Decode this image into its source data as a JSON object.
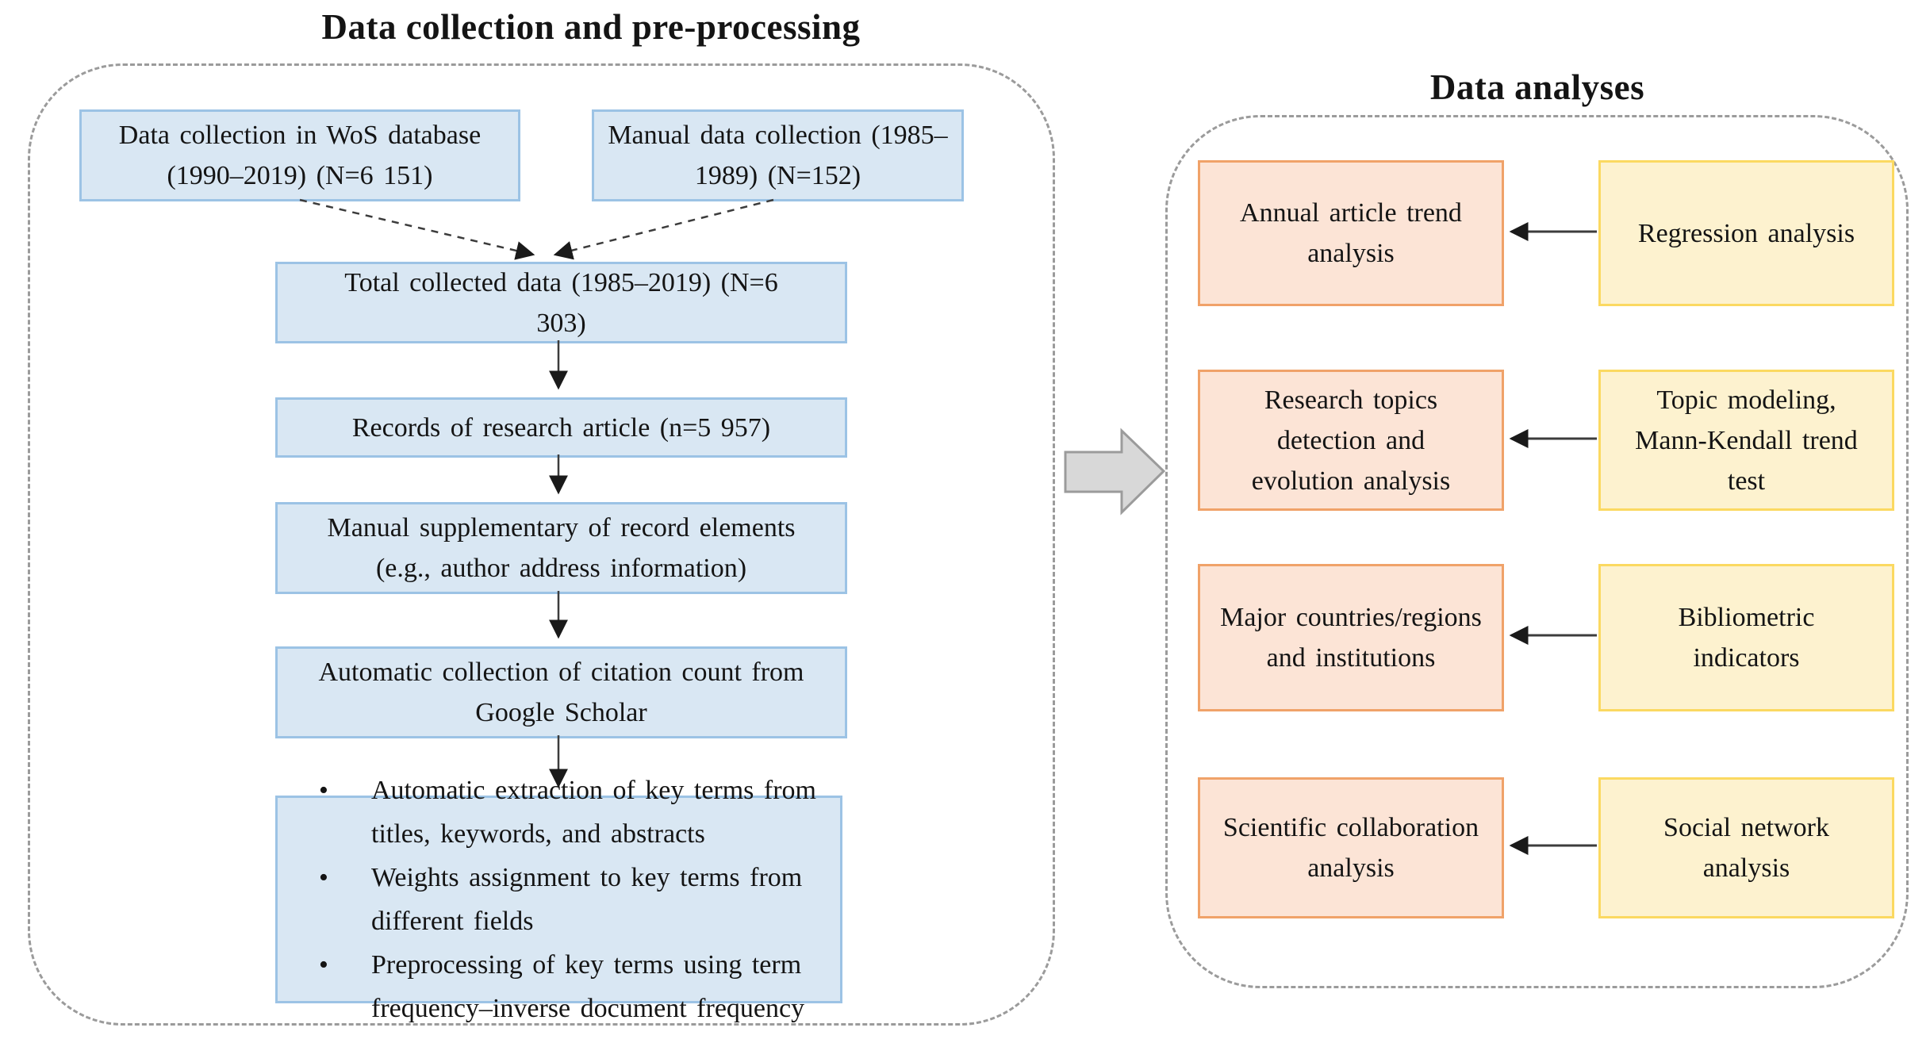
{
  "figure": {
    "left_panel": {
      "title": "Data collection and pre-processing",
      "box_wos": "Data collection in WoS database (1990–2019) (N=6 151)",
      "box_manual": "Manual data collection (1985–1989) (N=152)",
      "box_total": "Total collected data (1985–2019) (N=6 303)",
      "box_records": "Records of research article (n=5 957)",
      "box_supplement": "Manual supplementary of record elements (e.g., author address information)",
      "box_citation": "Automatic collection of citation count from Google Scholar",
      "bullet_glyph": "•",
      "bullets": [
        "Automatic extraction of key terms from titles, keywords, and abstracts",
        "Weights assignment to key terms from different fields",
        "Preprocessing of key terms using term frequency–inverse document frequency"
      ]
    },
    "right_panel": {
      "title": "Data analyses",
      "rows": [
        {
          "analysis": "Annual article trend analysis",
          "method": "Regression analysis"
        },
        {
          "analysis": "Research topics detection and evolution analysis",
          "method": "Topic modeling, Mann-Kendall trend test"
        },
        {
          "analysis": "Major countries/regions and institutions",
          "method": "Bibliometric indicators"
        },
        {
          "analysis": "Scientific collaboration analysis",
          "method": "Social network analysis"
        }
      ]
    },
    "colors": {
      "blue_box_fill": "#d9e7f3",
      "blue_box_border": "#9cc3e5",
      "orange_box_fill": "#fce4d6",
      "orange_box_border": "#f0a269",
      "yellow_box_fill": "#fdf2cf",
      "yellow_box_border": "#fbd961",
      "panel_dashed_border": "#9b9b9b",
      "block_arrow_fill": "#d8d8d8",
      "block_arrow_border": "#9b9b9b",
      "connector_line": "#3c3c3c"
    }
  }
}
